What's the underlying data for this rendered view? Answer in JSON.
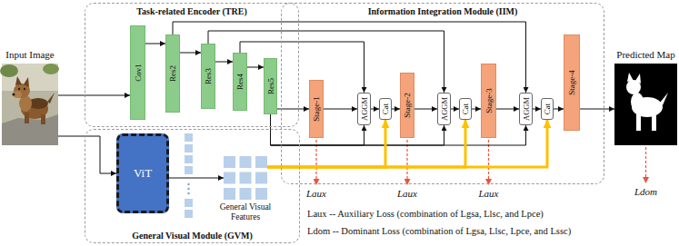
{
  "diagram": {
    "nodes": [
      {
        "text": [
          "Input Image"
        ]
      },
      {
        "text": [
          "Task-related Encoder (TRE)"
        ]
      },
      {
        "text": [
          "Cov1"
        ],
        "in": 1
      },
      {
        "text": [
          "Res2"
        ],
        "in": 1
      },
      {
        "text": [
          "Res3"
        ],
        "in": 1
      },
      {
        "text": [
          "Res4"
        ],
        "in": 1
      },
      {
        "text": [
          "Res5"
        ],
        "in": 1
      },
      {
        "text": [
          "Information Integration Module (IIM)"
        ]
      },
      {
        "text": [
          "Stage-1"
        ],
        "in": 7
      },
      {
        "text": [
          "AGGM"
        ],
        "in": 7
      },
      {
        "text": [
          "Cat"
        ],
        "in": 7
      },
      {
        "text": [
          "Stage-2"
        ],
        "in": 7
      },
      {
        "text": [
          "AGGM"
        ],
        "in": 7
      },
      {
        "text": [
          "Cat"
        ],
        "in": 7
      },
      {
        "text": [
          "Stage-3"
        ],
        "in": 7
      },
      {
        "text": [
          "AGGM"
        ],
        "in": 7
      },
      {
        "text": [
          "Cat"
        ],
        "in": 7
      },
      {
        "text": [
          "Stage-4"
        ],
        "in": 7
      },
      {
        "text": [
          "Predicted Map"
        ]
      },
      {
        "text": [
          "General Visual Module (GVM)"
        ]
      },
      {
        "text": [
          "ViT"
        ],
        "in": 19
      },
      {
        "text": [
          "General Visual Features"
        ],
        "in": 19
      }
    ],
    "edges": [
      {
        "from": 0,
        "to": 2,
        "arrow": "to"
      },
      {
        "from": 0,
        "to": 20,
        "arrow": "to"
      },
      {
        "from": 2,
        "to": 3,
        "arrow": "to"
      },
      {
        "from": 3,
        "to": 4,
        "arrow": "to"
      },
      {
        "from": 4,
        "to": 5,
        "arrow": "to"
      },
      {
        "from": 5,
        "to": 6,
        "arrow": "to"
      },
      {
        "from": 6,
        "to": 8,
        "arrow": "to"
      },
      {
        "from": 8,
        "to": 9,
        "arrow": "to"
      },
      {
        "from": 9,
        "to": 10,
        "arrow": "to"
      },
      {
        "from": 10,
        "to": 11,
        "arrow": "to"
      },
      {
        "from": 11,
        "to": 12,
        "arrow": "to"
      },
      {
        "from": 12,
        "to": 13,
        "arrow": "to"
      },
      {
        "from": 13,
        "to": 14,
        "arrow": "to"
      },
      {
        "from": 14,
        "to": 15,
        "arrow": "to"
      },
      {
        "from": 15,
        "to": 16,
        "arrow": "to"
      },
      {
        "from": 16,
        "to": 17,
        "arrow": "to"
      },
      {
        "from": 17,
        "to": 18,
        "arrow": "to"
      },
      {
        "from": 3,
        "to": 15,
        "arrow": "to"
      },
      {
        "from": 4,
        "to": 12,
        "arrow": "to"
      },
      {
        "from": 5,
        "to": 9,
        "arrow": "to"
      },
      {
        "from": 6,
        "to": 9,
        "arrow": "to"
      },
      {
        "from": 6,
        "to": 12,
        "arrow": "to"
      },
      {
        "from": 6,
        "to": 15,
        "arrow": "to"
      },
      {
        "from": 20,
        "to": 21,
        "arrow": "to"
      },
      {
        "from": 21,
        "to": 10,
        "arrow": "to"
      },
      {
        "from": 21,
        "to": 13,
        "arrow": "to"
      },
      {
        "from": 21,
        "to": 16,
        "arrow": "to"
      }
    ],
    "labels": [
      "Laux",
      "Laux",
      "Laux",
      "Ldom",
      "Laux -- Auxiliary Loss (combination of Lgsa, Llsc, and Lpce)",
      "Ldom -- Dominant Loss (combination of Lgsa, Llsc, Lpce, and Lssc)"
    ]
  }
}
